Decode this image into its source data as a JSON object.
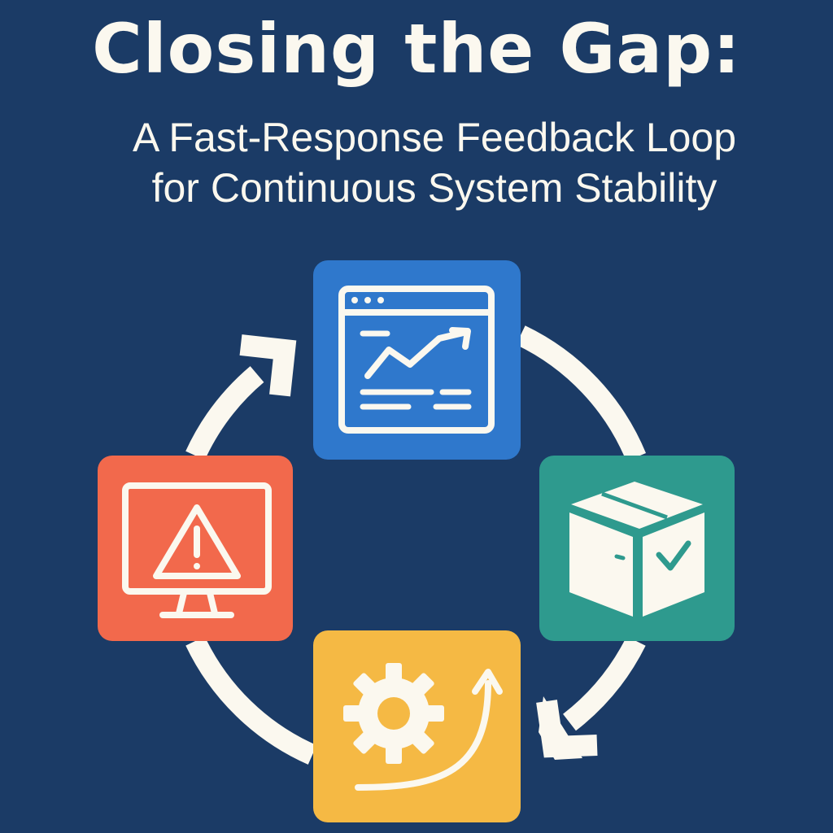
{
  "title": "Closing the Gap:",
  "subtitle": {
    "line1": "A Fast-Response Feedback Loop",
    "line2": "for Continuous System Stability"
  },
  "colors": {
    "background": "#1b3b66",
    "foreground": "#fbf8ef",
    "monitor_tile": "#2f78cc",
    "deploy_tile": "#2e9a8e",
    "optimize_tile": "#f5b944",
    "alert_tile": "#f2694c"
  },
  "loop": {
    "stages": [
      {
        "icon": "dashboard-chart-icon",
        "color": "#2f78cc"
      },
      {
        "icon": "package-check-icon",
        "color": "#2e9a8e"
      },
      {
        "icon": "gear-trend-icon",
        "color": "#f5b944"
      },
      {
        "icon": "monitor-warning-icon",
        "color": "#f2694c"
      }
    ],
    "direction": "clockwise"
  }
}
